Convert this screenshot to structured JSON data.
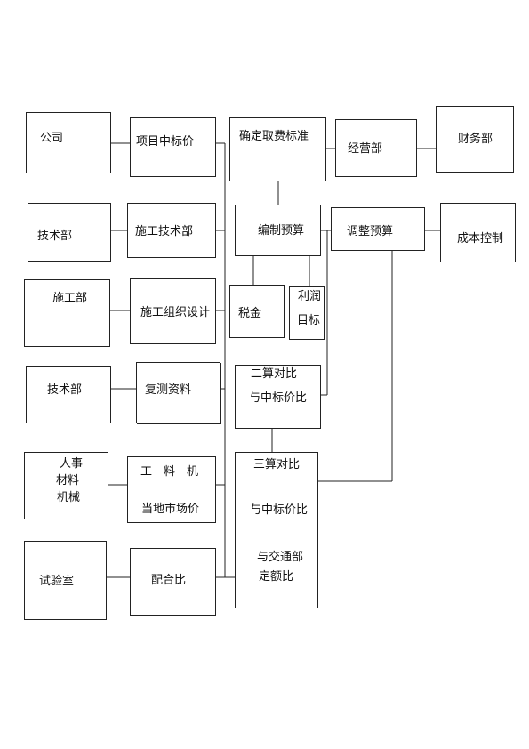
{
  "boxes": {
    "gongsi": "公司",
    "jishubu_1": "技术部",
    "shigongbu": "施工部",
    "jishubu_2": "技术部",
    "renshi_cailiao_jixie": [
      "人事",
      "材料",
      "机械"
    ],
    "shiyanshi": "试验室",
    "xiangmu_zhongbiaojia": "项目中标价",
    "shigong_jishubu": "施工技术部",
    "shigong_zuzhi_sheji": "施工组织设计",
    "fuce_ziliao": "复测资料",
    "gongliaoji_shichangjia": [
      "工　料　机",
      "当地市场价"
    ],
    "peihebi": "配合比",
    "queding_qufei_biaozhun": "确定取费标准",
    "bianzhi_yusuan": "编制预算",
    "shuijin": "税金",
    "lirun_mubiao": [
      "利润",
      "目标"
    ],
    "ersuan_duibi": [
      "二算对比",
      "与中标价比"
    ],
    "sansuan_duibi": [
      "三算对比",
      "与中标价比",
      "与交通部",
      "定额比"
    ],
    "jingyingbu": "经营部",
    "caiwubu": "财务部",
    "tiaozheng_yusuan": "调整预算",
    "chengben_kongzhi": "成本控制"
  }
}
